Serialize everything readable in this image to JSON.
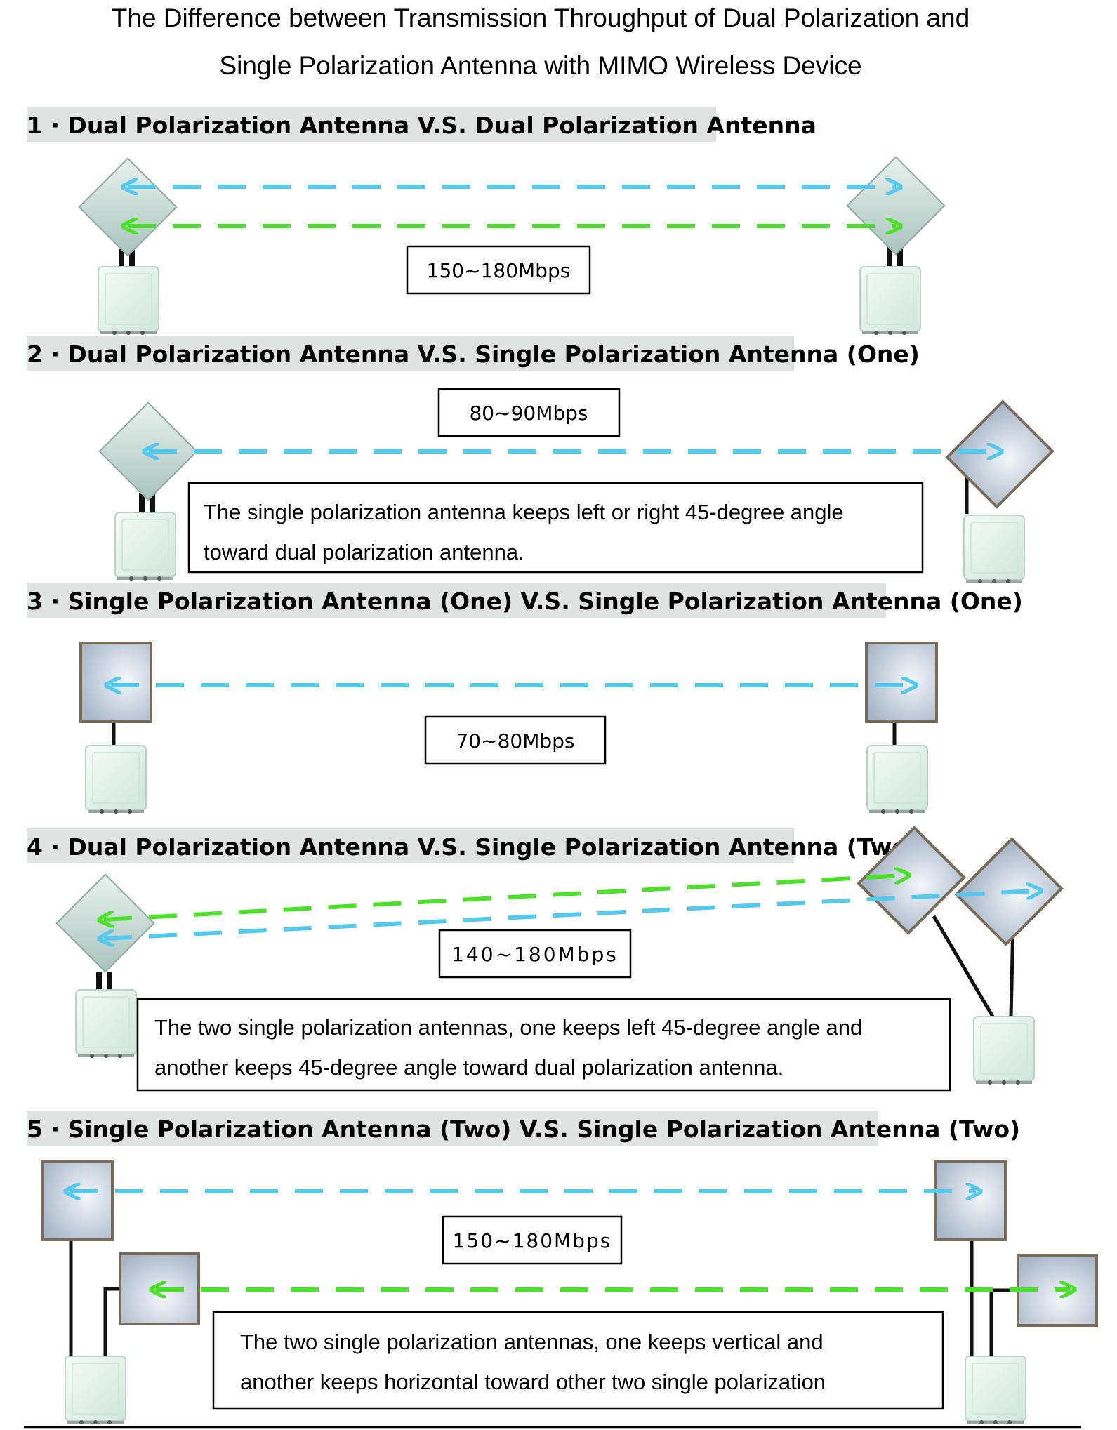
{
  "title": {
    "line1": "The Difference between Transmission Throughput of Dual Polarization and",
    "line2": "Single Polarization Antenna with MIMO Wireless Device"
  },
  "colors": {
    "blue_link": "#55c8ee",
    "green_link": "#4de02a",
    "heading_band": "#dfe3e2",
    "dual_antenna": "#cfe0dc",
    "single_antenna": "#d6dde6",
    "device": "#e4f2ec"
  },
  "sections": [
    {
      "heading": "1 · Dual Polarization Antenna V.S. Dual Polarization Antenna",
      "rate": "150~180Mbps",
      "links": [
        "blue",
        "green"
      ]
    },
    {
      "heading": "2 · Dual Polarization Antenna V.S. Single Polarization Antenna (One)",
      "rate": "80~90Mbps",
      "note": {
        "line1": "The single polarization antenna keeps left or right 45-degree angle",
        "line2": "toward dual polarization antenna."
      },
      "links": [
        "blue"
      ]
    },
    {
      "heading": "3 · Single Polarization Antenna (One) V.S. Single Polarization Antenna  (One)",
      "rate": "70~80Mbps",
      "links": [
        "blue"
      ]
    },
    {
      "heading": "4 · Dual Polarization Antenna V.S. Single Polarization Antenna (Two)",
      "rate": "140~180Mbps",
      "note": {
        "line1": "The two single polarization antennas, one keeps left 45-degree angle and",
        "line2": "another keeps 45-degree angle toward dual polarization antenna."
      },
      "links": [
        "green",
        "blue"
      ]
    },
    {
      "heading": "5 · Single Polarization Antenna (Two) V.S. Single Polarization Antenna (Two)",
      "rate": "150~180Mbps",
      "note": {
        "line1": "The two single polarization antennas, one keeps vertical and",
        "line2": "another keeps horizontal toward other two single polarization"
      },
      "links": [
        "blue",
        "green"
      ]
    }
  ]
}
